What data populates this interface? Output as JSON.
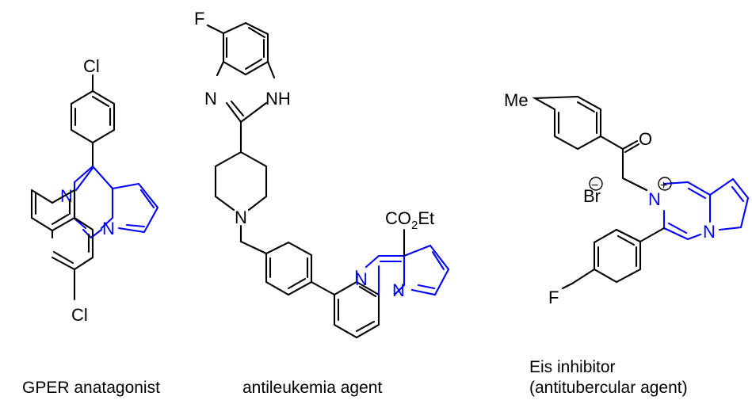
{
  "molecule_1": {
    "caption": "GPER anatagonist",
    "atoms": {
      "cl_top": "Cl",
      "cl_bottom": "Cl",
      "n_ring": "N",
      "n_bridge": "N"
    }
  },
  "molecule_2": {
    "caption": "antileukemia agent",
    "atoms": {
      "fluorine": "F",
      "n_imidazole": "N",
      "nh": "NH",
      "n_piperidine": "N",
      "ester_co": "CO",
      "ester_sub": "2",
      "ester_et": "Et",
      "n_ring": "N",
      "n_bridge": "N"
    }
  },
  "molecule_3": {
    "caption_line1": "Eis inhibitor",
    "caption_line2": "(antitubercular agent)",
    "atoms": {
      "methyl": "Me",
      "oxygen": "O",
      "bromide": "Br",
      "minus": "−",
      "plus": "+",
      "n_plus": "N",
      "n_bridge": "N",
      "fluorine": "F"
    }
  },
  "colors": {
    "core": "#0000ff",
    "default": "#000000"
  }
}
